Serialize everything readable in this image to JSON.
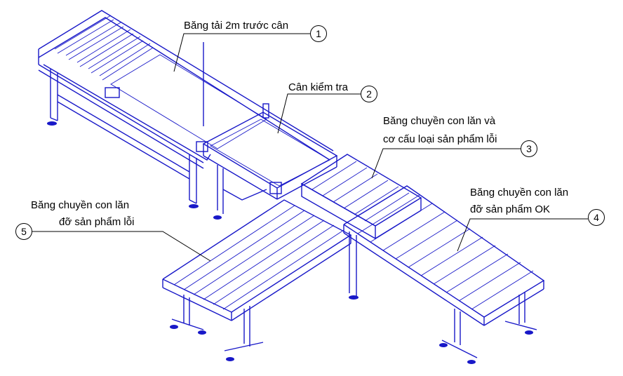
{
  "callouts": [
    {
      "number": "1",
      "text": "Băng tải 2m trước cân"
    },
    {
      "number": "2",
      "text": "Cân kiểm tra"
    },
    {
      "number": "3",
      "text_line1": "Băng chuyền con lăn và",
      "text_line2": "cơ cấu loại sản phẩm lỗi"
    },
    {
      "number": "4",
      "text_line1": "Băng chuyền con lăn",
      "text_line2": "đỡ sản phẩm OK"
    },
    {
      "number": "5",
      "text_line1": "Băng chuyền con lăn",
      "text_line2": "đỡ sản phẩm lỗi"
    }
  ],
  "colors": {
    "drawing": "#1818c8",
    "text": "#000000",
    "background": "#ffffff"
  }
}
